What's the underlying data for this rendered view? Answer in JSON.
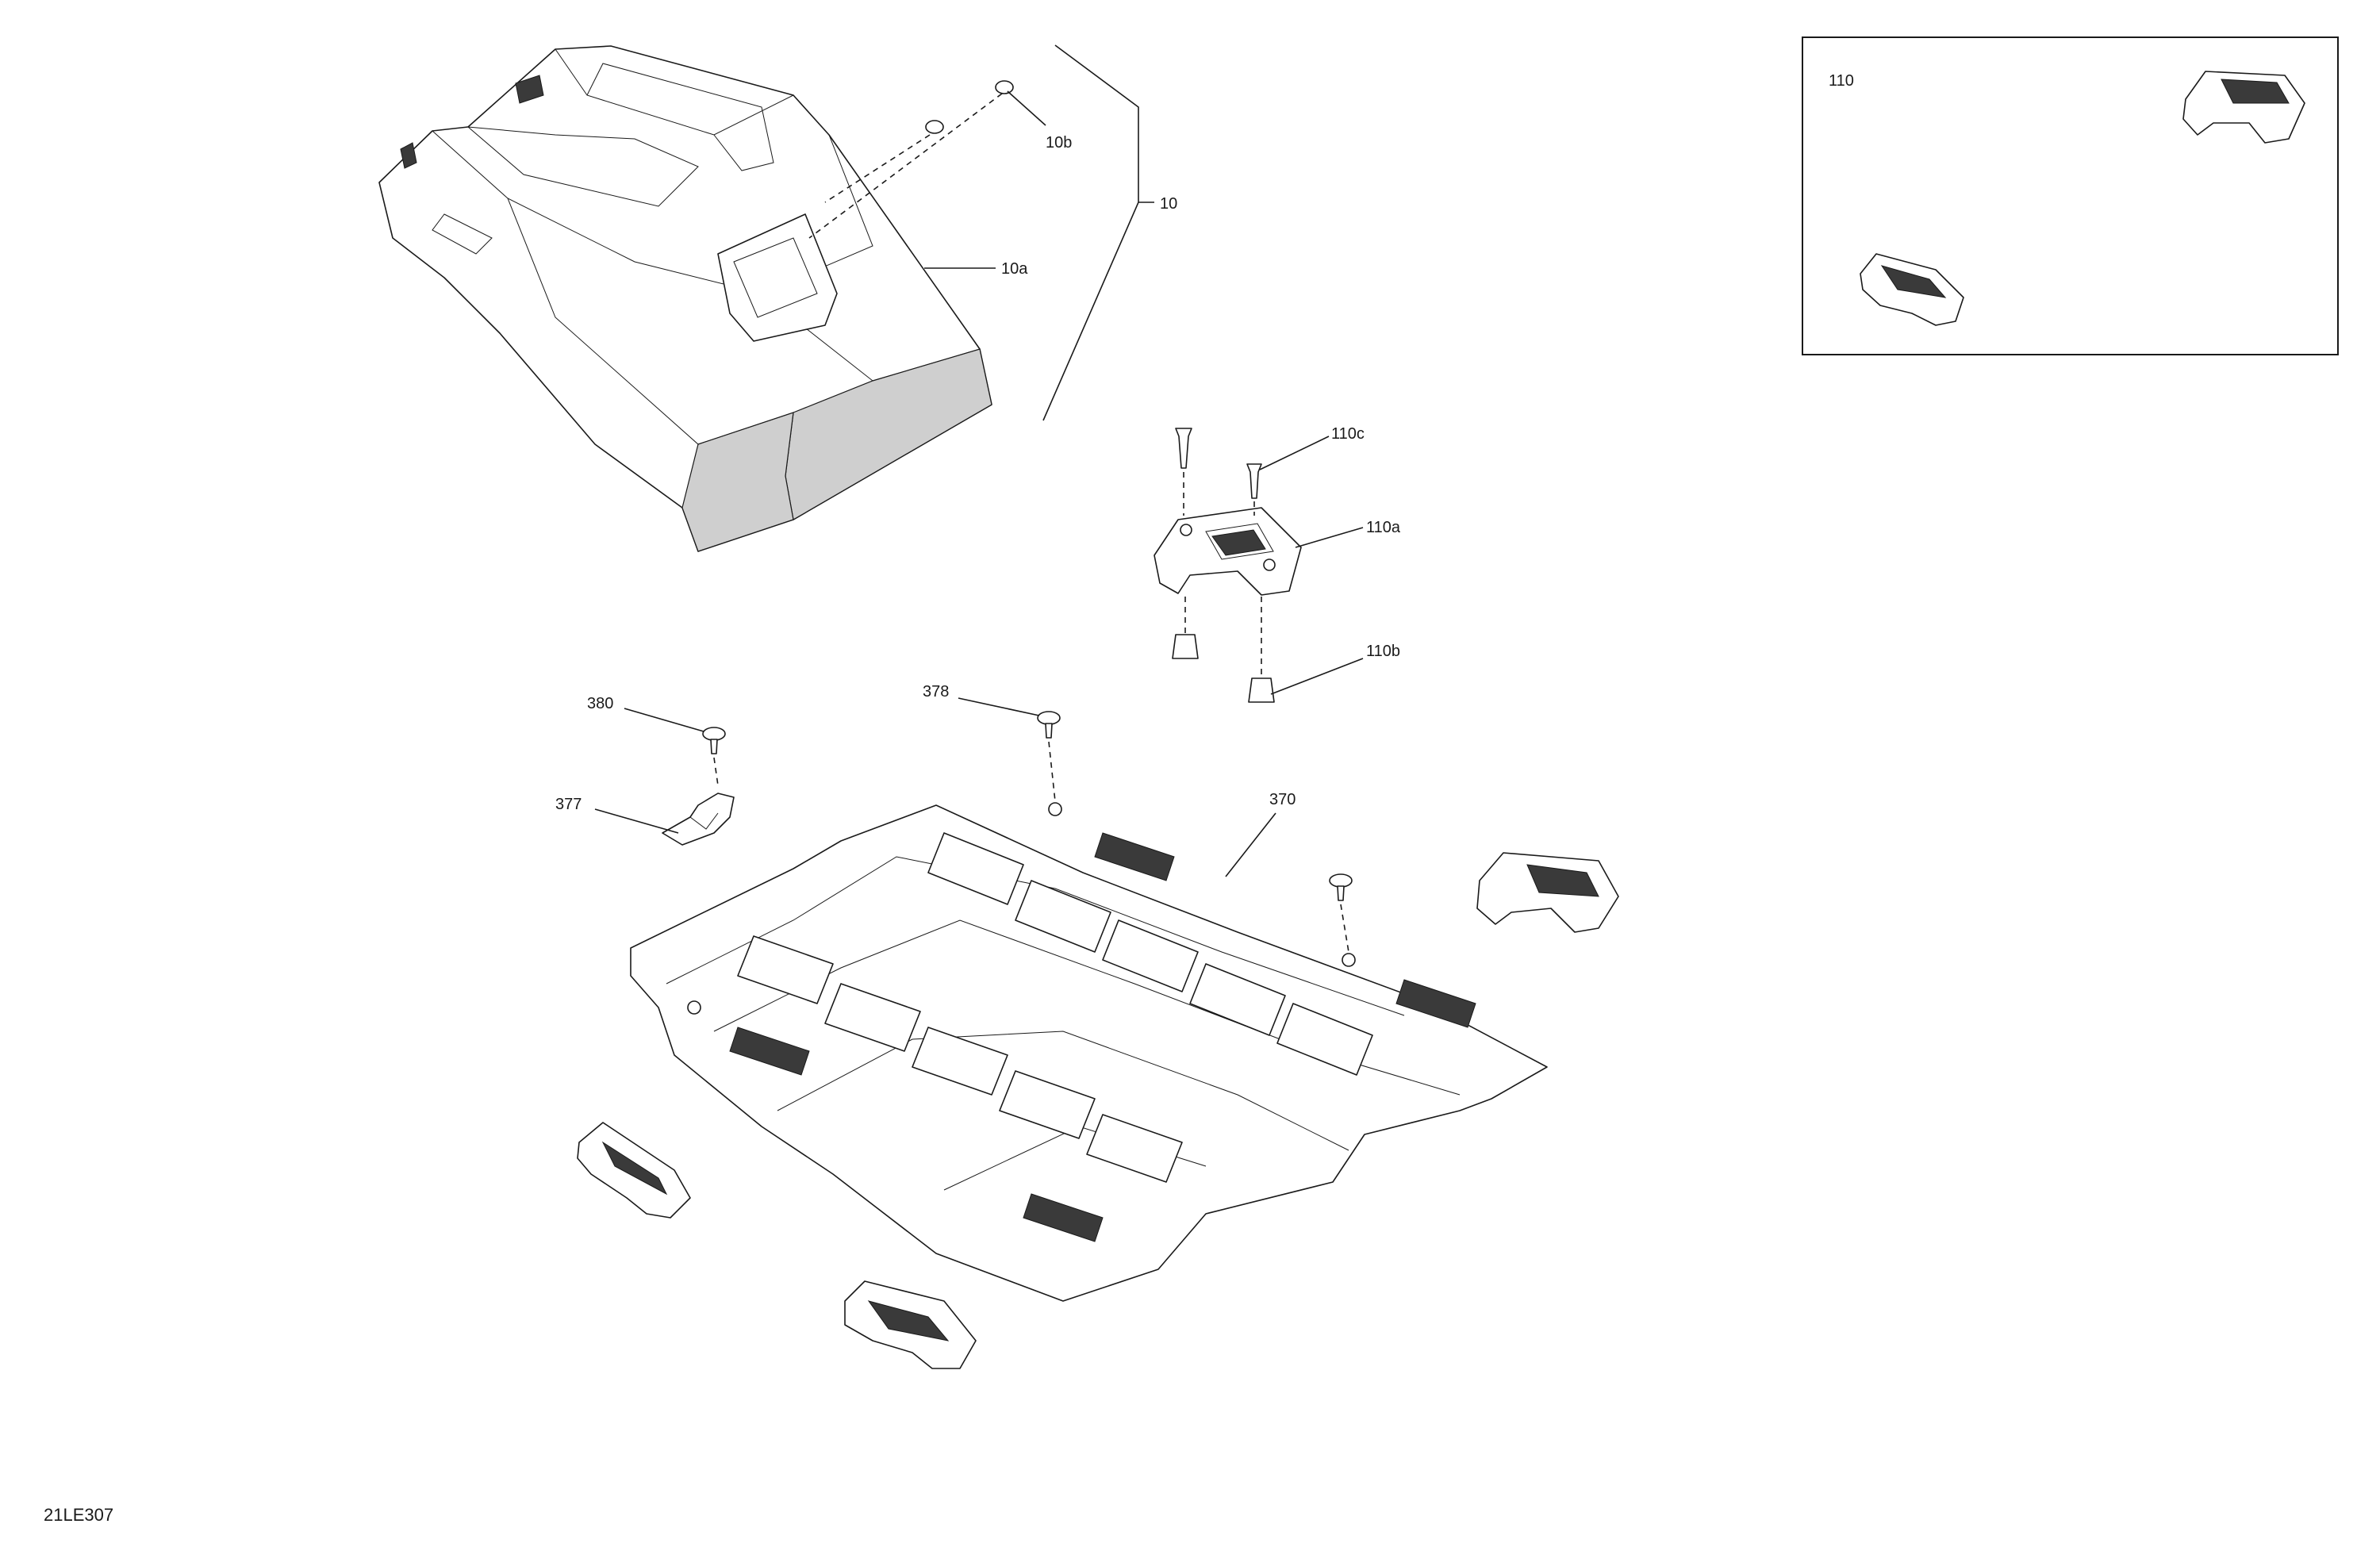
{
  "diagram": {
    "drawing_id": "21LE307",
    "callouts": {
      "c10": "10",
      "c10a": "10a",
      "c10b": "10b",
      "c110": "110",
      "c110a": "110a",
      "c110b": "110b",
      "c110c": "110c",
      "c370": "370",
      "c377": "377",
      "c378": "378",
      "c380": "380"
    }
  }
}
